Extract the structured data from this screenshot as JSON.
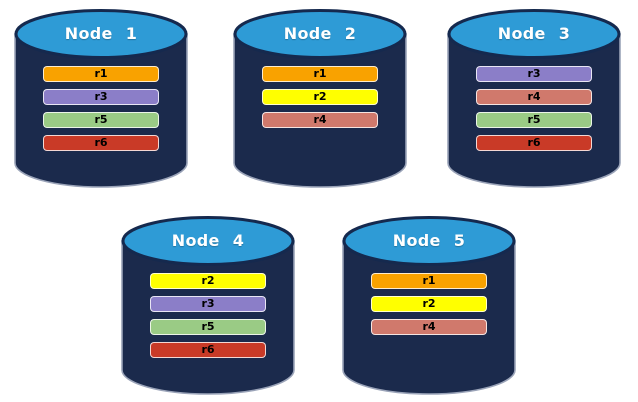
{
  "colors": {
    "r1": "#F9A200",
    "r2": "#FFFF00",
    "r3": "#8B7EC8",
    "r4": "#D0796C",
    "r5": "#9ACB85",
    "r6": "#C93A27"
  },
  "cylinder": {
    "body": "#1B2A4C",
    "body_outline": "#9AA3B8",
    "top": "#2E9BD6",
    "top_outline": "#15294E"
  },
  "nodes": [
    {
      "label": "Node 1",
      "rows": [
        "r1",
        "r3",
        "r5",
        "r6"
      ]
    },
    {
      "label": "Node 2",
      "rows": [
        "r1",
        "r2",
        "r4"
      ]
    },
    {
      "label": "Node 3",
      "rows": [
        "r3",
        "r4",
        "r5",
        "r6"
      ]
    },
    {
      "label": "Node 4",
      "rows": [
        "r2",
        "r3",
        "r5",
        "r6"
      ]
    },
    {
      "label": "Node 5",
      "rows": [
        "r1",
        "r2",
        "r4"
      ]
    }
  ]
}
